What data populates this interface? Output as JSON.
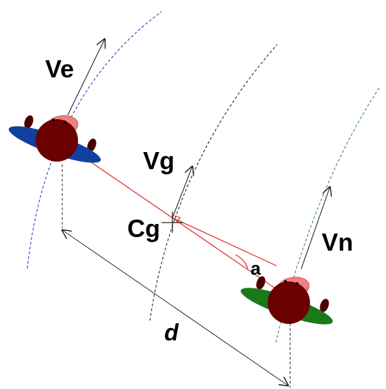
{
  "labels": {
    "ve": "Ve",
    "vg": "Vg",
    "vn": "Vn",
    "cg": "Cg",
    "angle": "a",
    "distance": "d"
  },
  "colors": {
    "orbit_outer": "#3030c0",
    "orbit_middle": "#202020",
    "orbit_inner": "#3a8a3a",
    "connector": "#e02020",
    "body": "#6a0000",
    "head": "#f08080",
    "wing_left": "#1040a0",
    "wing_right": "#1a7a1a",
    "limb": "#4a0000",
    "arrow": "#202020"
  },
  "icons": {
    "figure_left": "ladybug-icon",
    "figure_right": "ladybug-icon",
    "center_of_gravity": "crosshair-icon"
  }
}
